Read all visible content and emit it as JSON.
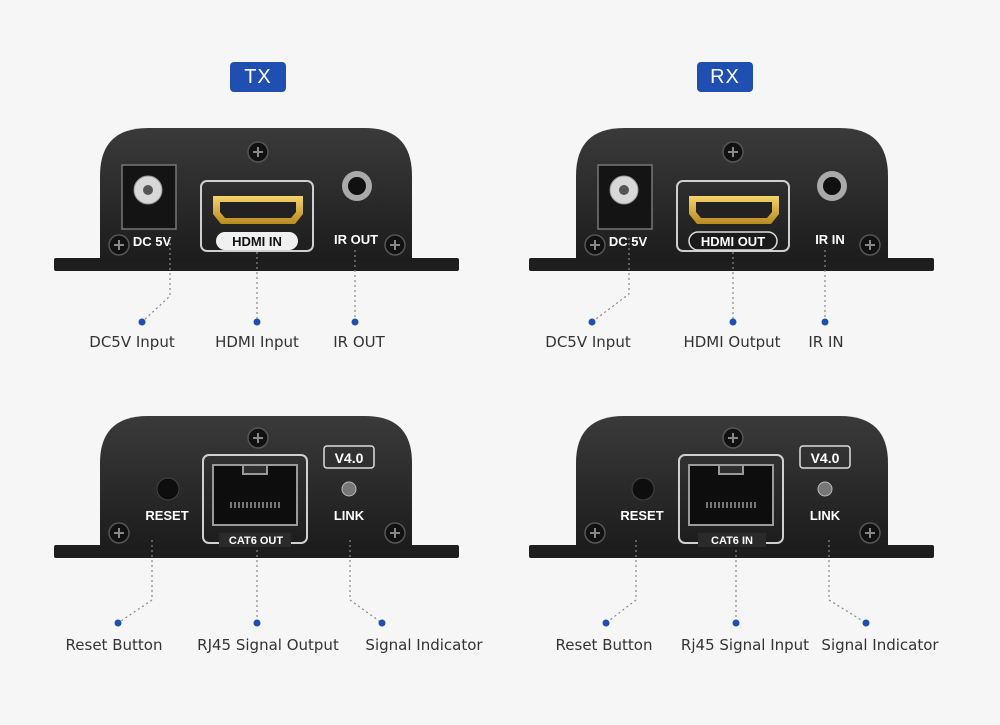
{
  "accent_color": "#1f4fb0",
  "panels": {
    "tx_front": {
      "badge": "TX",
      "ports": {
        "dc": "DC 5V",
        "hdmi": "HDMI IN",
        "ir": "IR OUT"
      },
      "callouts": {
        "dc": "DC5V Input",
        "hdmi": "HDMI Input",
        "ir": "IR OUT"
      }
    },
    "rx_front": {
      "badge": "RX",
      "ports": {
        "dc": "DC 5V",
        "hdmi": "HDMI OUT",
        "ir": "IR IN"
      },
      "callouts": {
        "dc": "DC5V Input",
        "hdmi": "HDMI Output",
        "ir": "IR IN"
      }
    },
    "tx_back": {
      "ports": {
        "reset": "RESET",
        "cat": "CAT6 OUT",
        "version": "V4.0",
        "link": "LINK"
      },
      "callouts": {
        "reset": "Reset Button",
        "rj45": "RJ45 Signal Output",
        "signal": "Signal Indicator"
      }
    },
    "rx_back": {
      "ports": {
        "reset": "RESET",
        "cat": "CAT6 IN",
        "version": "V4.0",
        "link": "LINK"
      },
      "callouts": {
        "reset": "Reset Button",
        "rj45": "Rj45 Signal Input",
        "signal": "Signal Indicator"
      }
    }
  }
}
